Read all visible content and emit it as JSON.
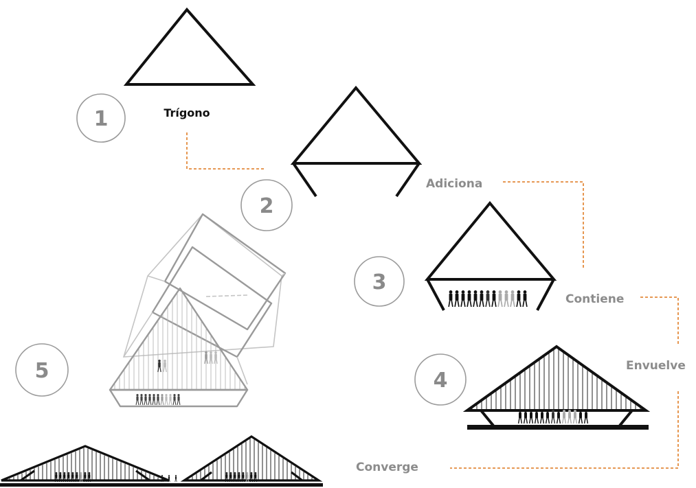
{
  "steps": [
    {
      "number": "1",
      "label": "Trígono"
    },
    {
      "number": "2",
      "label": "Adiciona"
    },
    {
      "number": "3",
      "label": "Contiene"
    },
    {
      "number": "4",
      "label": "Envuelve"
    },
    {
      "number": "5",
      "label": "Converge"
    }
  ],
  "colors": {
    "connector": "#e38a3c",
    "number_circle_stroke": "#9a9a9a",
    "number_text": "#8a8a8a",
    "label_gray": "#8c8c8c",
    "outline": "#111111"
  }
}
